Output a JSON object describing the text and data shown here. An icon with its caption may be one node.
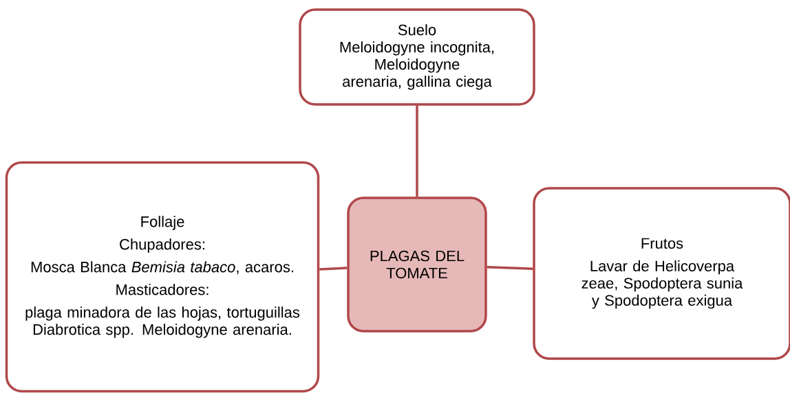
{
  "diagram": {
    "nodes": [
      {
        "text": [
          "Suelo",
          "Meloidogyne incognita, Meloidogyne arenaria, gallina ciega"
        ]
      },
      {
        "text": [
          "Follaje",
          "Chupadores:",
          "Mosca Blanca *Bemisia tabaco*, acaros.",
          "Masticadores:",
          "plaga minadora de las hojas, tortuguillas Diabrotica spp. Meloidogyne arenaria."
        ]
      },
      {
        "text": [
          "PLAGAS DEL TOMATE"
        ]
      },
      {
        "text": [
          "Frutos",
          "Lavar de Helicoverpa zeae, Spodoptera sunia y Spodoptera exigua"
        ]
      }
    ],
    "edges": [
      {
        "from": 2,
        "to": 0,
        "arrow": "none"
      },
      {
        "from": 2,
        "to": 1,
        "arrow": "none"
      },
      {
        "from": 2,
        "to": 3,
        "arrow": "none"
      }
    ]
  }
}
